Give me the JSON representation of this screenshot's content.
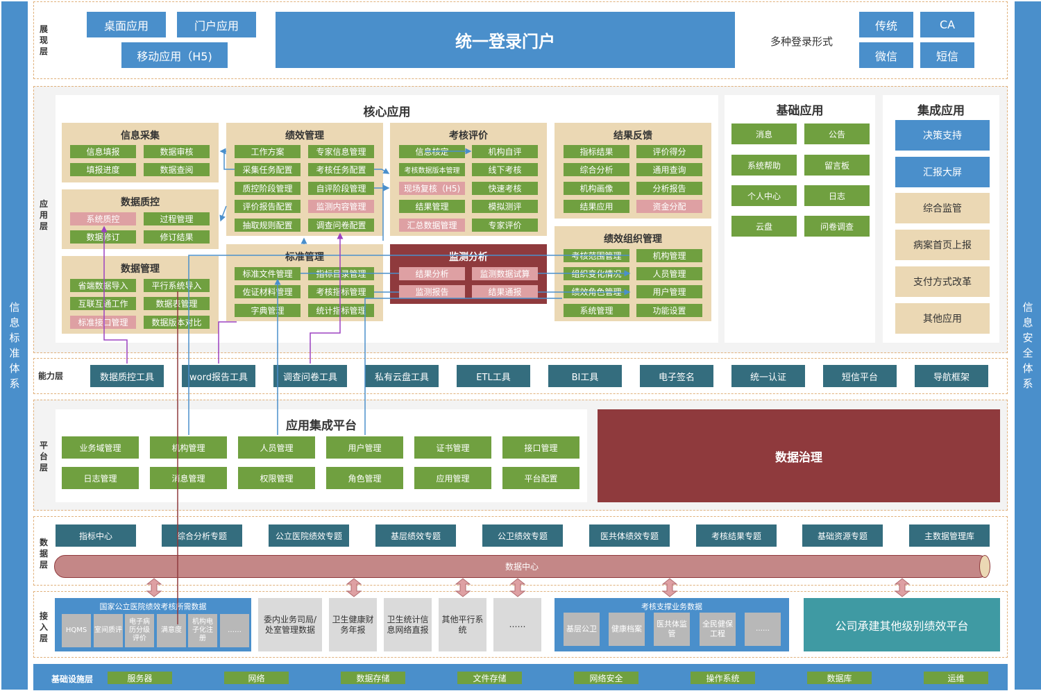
{
  "side": {
    "left": "信息标准体系",
    "right": "信息安全体系"
  },
  "display": {
    "label": "展现层",
    "apps": [
      "桌面应用",
      "门户应用",
      "移动应用（H5)"
    ],
    "portal": "统一登录门户",
    "login_text": "多种登录形式",
    "login": [
      "传统",
      "CA",
      "微信",
      "短信"
    ]
  },
  "app": {
    "label": "应用层",
    "core": {
      "title": "核心应用",
      "info": {
        "title": "信息采集",
        "items": [
          "信息填报",
          "数据审核",
          "填报进度",
          "数据查阅"
        ]
      },
      "quality": {
        "title": "数据质控",
        "items": [
          "系统质控",
          "过程管理",
          "数据修订",
          "修订结果"
        ]
      },
      "datamgmt": {
        "title": "数据管理",
        "items": [
          "省端数据导入",
          "平行系统导入",
          "互联互通工作",
          "数据表管理",
          "标准接口管理",
          "数据版本对比"
        ]
      },
      "perf": {
        "title": "绩效管理",
        "items": [
          "工作方案",
          "专家信息管理",
          "采集任务配置",
          "考核任务配置",
          "质控阶段管理",
          "自评阶段管理",
          "评价报告配置",
          "监测内容管理",
          "抽取规则配置",
          "调查问卷配置"
        ]
      },
      "std": {
        "title": "标准管理",
        "items": [
          "标准文件管理",
          "指标目录管理",
          "佐证材料管理",
          "考核指标管理",
          "字典管理",
          "统计指标管理"
        ]
      },
      "eval": {
        "title": "考核评价",
        "items": [
          "信息核定",
          "机构自评",
          "考核数据版本管理",
          "线下考核",
          "现场复核（H5)",
          "快速考核",
          "结果管理",
          "模拟测评",
          "汇总数据管理",
          "专家评价"
        ]
      },
      "monitor": {
        "title": "监测分析",
        "items": [
          "结果分析",
          "监测数据试算",
          "监测报告",
          "结果通报"
        ]
      },
      "feedback": {
        "title": "结果反馈",
        "items": [
          "指标结果",
          "评价得分",
          "综合分析",
          "通用查询",
          "机构画像",
          "分析报告",
          "结果应用",
          "资金分配"
        ]
      },
      "org": {
        "title": "绩效组织管理",
        "items": [
          "考核范围管理",
          "机构管理",
          "组织变化情况",
          "人员管理",
          "绩效角色管理",
          "用户管理",
          "系统管理",
          "功能设置"
        ]
      }
    },
    "basic": {
      "title": "基础应用",
      "items": [
        "消息",
        "公告",
        "系统帮助",
        "留言板",
        "个人中心",
        "日志",
        "云盘",
        "问卷调查"
      ]
    },
    "integ": {
      "title": "集成应用",
      "blue": [
        "决策支持",
        "汇报大屏"
      ],
      "beige": [
        "综合监管",
        "病案首页上报",
        "支付方式改革",
        "其他应用"
      ]
    }
  },
  "ability": {
    "label": "能力层",
    "items": [
      "数据质控工具",
      "word报告工具",
      "调查问卷工具",
      "私有云盘工具",
      "ETL工具",
      "BI工具",
      "电子签名",
      "统一认证",
      "短信平台",
      "导航框架"
    ]
  },
  "platform": {
    "label": "平台层",
    "title": "应用集成平台",
    "items": [
      "业务域管理",
      "机构管理",
      "人员管理",
      "用户管理",
      "证书管理",
      "接口管理",
      "日志管理",
      "消息管理",
      "权限管理",
      "角色管理",
      "应用管理",
      "平台配置"
    ],
    "governance": "数据治理"
  },
  "data": {
    "label": "数据层",
    "items": [
      "指标中心",
      "综合分析专题",
      "公立医院绩效专题",
      "基层绩效专题",
      "公卫绩效专题",
      "医共体绩效专题",
      "考核结果专题",
      "基础资源专题",
      "主数据管理库"
    ],
    "center": "数据中心"
  },
  "access": {
    "label": "接入层",
    "national": {
      "title": "国家公立医院绩效考核所需数据",
      "items": [
        "HQMS",
        "室间质评",
        "电子病历分级评价",
        "满意度",
        "机构电子化注册",
        "……"
      ]
    },
    "grey": [
      "委内业务司局/处室管理数据",
      "卫生健康财务年报",
      "卫生统计信息网络直报",
      "其他平行系统",
      "……"
    ],
    "support": {
      "title": "考核支撑业务数据",
      "items": [
        "基层公卫",
        "健康档案",
        "医共体监管",
        "全民健保工程",
        "……"
      ]
    },
    "company": "公司承建其他级别绩效平台"
  },
  "infra": {
    "label": "基础设施层",
    "items": [
      "服务器",
      "网络",
      "数据存储",
      "文件存储",
      "网络安全",
      "操作系统",
      "数据库",
      "运维"
    ]
  }
}
